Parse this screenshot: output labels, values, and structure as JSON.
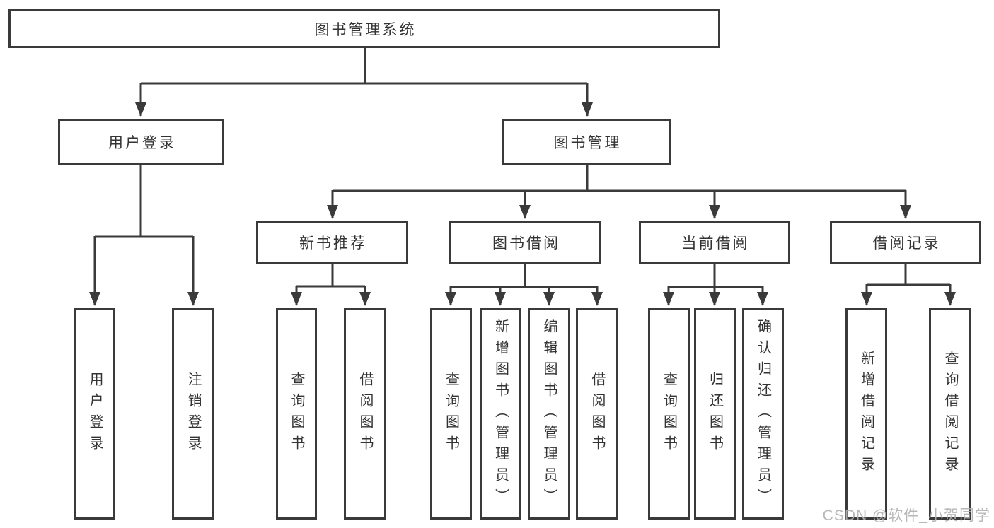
{
  "tree": {
    "root": "图书管理系统",
    "level1": [
      {
        "label": "用户登录",
        "leaves": [
          "用户登录",
          "注销登录"
        ]
      },
      {
        "label": "图书管理",
        "modules": [
          {
            "label": "新书推荐",
            "leaves": [
              "查询图书",
              "借阅图书"
            ]
          },
          {
            "label": "图书借阅",
            "leaves": [
              "查询图书",
              "新增图书（管理员）",
              "编辑图书（管理员）",
              "借阅图书"
            ]
          },
          {
            "label": "当前借阅",
            "leaves": [
              "查询图书",
              "归还图书",
              "确认归还（管理员）"
            ]
          },
          {
            "label": "借阅记录",
            "leaves": [
              "新增借阅记录",
              "查询借阅记录"
            ]
          }
        ]
      }
    ]
  },
  "watermark": {
    "text": "CSDN @软件_小贺同学"
  },
  "colors": {
    "line": "#3a3a3a",
    "text": "#333333",
    "background": "#ffffff",
    "watermark": "#b2b2b2"
  }
}
